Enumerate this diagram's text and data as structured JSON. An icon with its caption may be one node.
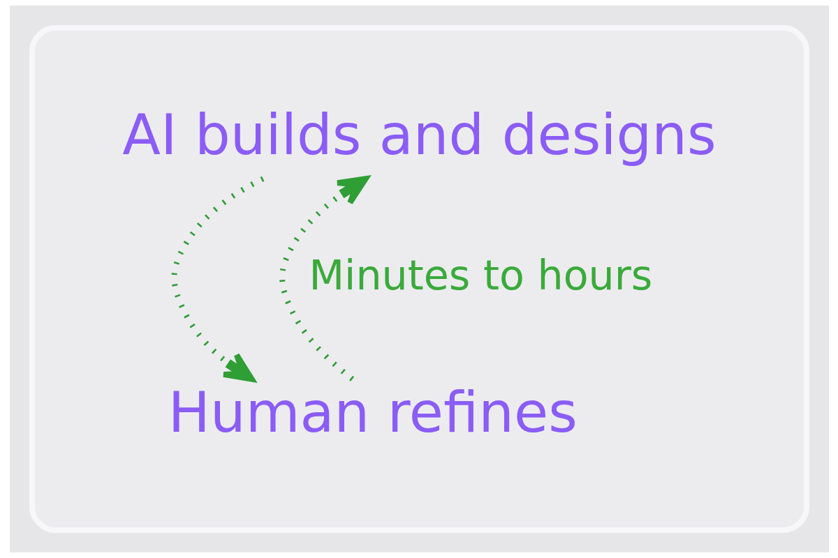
{
  "diagram": {
    "nodes": [
      {
        "text": [],
        "shape": "box"
      },
      {
        "text": [
          "AI builds and designs"
        ],
        "in": 0
      },
      {
        "text": [
          "Human refines"
        ],
        "in": 0
      }
    ],
    "edges": [
      {
        "from": 1,
        "to": 2,
        "arrow": "to",
        "style": "dashed"
      },
      {
        "from": 2,
        "to": 1,
        "arrow": "to",
        "style": "dashed"
      }
    ],
    "labels": [
      "Minutes to hours"
    ]
  }
}
